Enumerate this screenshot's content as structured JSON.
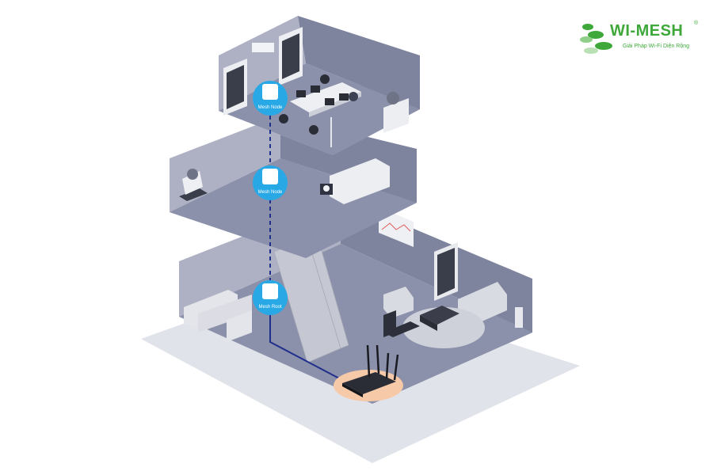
{
  "brand": {
    "name": "WI-MESH",
    "registered": "®",
    "tagline": "Giải Pháp Wi-Fi Diện Rộng"
  },
  "nodes": [
    {
      "label": "Mesh Node",
      "floor": "top"
    },
    {
      "label": "Mesh Node",
      "floor": "middle"
    },
    {
      "label": "Mesh Root",
      "floor": "ground"
    }
  ],
  "colors": {
    "node_badge": "#29a8e6",
    "backhaul_line": "#1f2f8a",
    "router_highlight": "#f6c9a8",
    "logo": "#3ea83a"
  },
  "icons": [
    "mesh-access-point-icon",
    "router-icon",
    "logo-icon"
  ]
}
